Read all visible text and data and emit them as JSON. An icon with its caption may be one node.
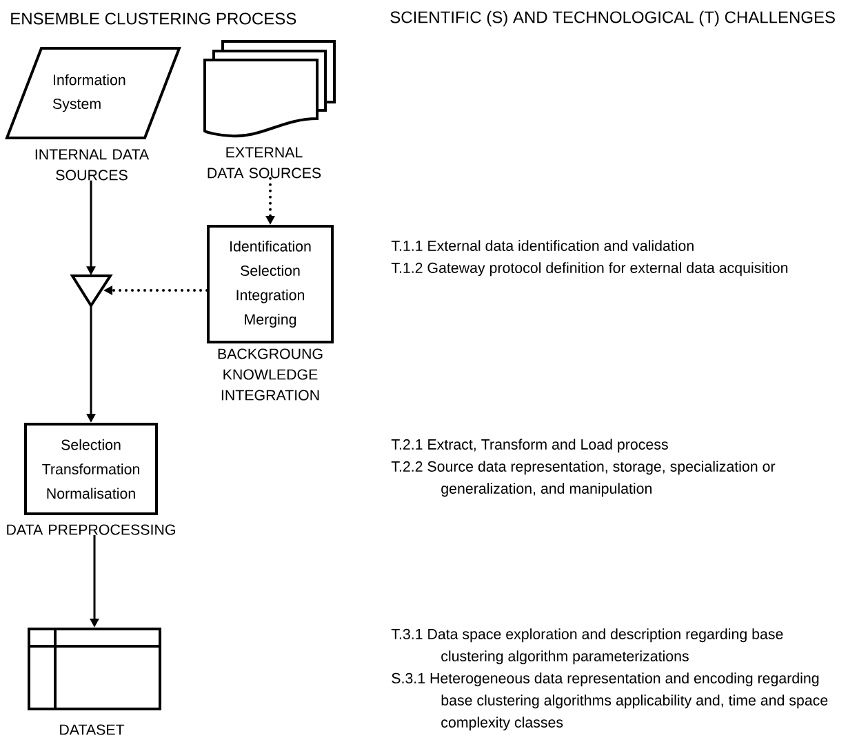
{
  "diagram": {
    "title": "ENSEMBLE CLUSTERING PROCESS",
    "nodes": [
      {
        "text": [
          "Information System"
        ],
        "beside": [
          "INTERNAL DATA SOURCES"
        ]
      },
      {
        "text": [],
        "shape": "document",
        "beside": [
          "EXTERNAL DATA SOURCES"
        ]
      },
      {
        "text": [
          "Identification",
          "Selection",
          "Integration",
          "Merging"
        ],
        "beside": [
          "BACKGROUNG KNOWLEDGE INTEGRATION"
        ]
      },
      {
        "text": [],
        "shape": "triangle"
      },
      {
        "text": [
          "Selection",
          "Transformation",
          "Normalisation"
        ],
        "beside": [
          "DATA PREPROCESSING"
        ]
      },
      {
        "text": [],
        "shape": "table",
        "beside": [
          "DATASET"
        ]
      }
    ],
    "edges": [
      {
        "from": 0,
        "to": 3,
        "arrow": "to"
      },
      {
        "from": 1,
        "to": 2,
        "arrow": "to",
        "style": "dashed"
      },
      {
        "from": 2,
        "to": 3,
        "arrow": "to",
        "style": "dashed"
      },
      {
        "from": 3,
        "to": 4,
        "arrow": "to"
      },
      {
        "from": 4,
        "to": 5,
        "arrow": "to"
      }
    ],
    "labels": [
      "SCIENTIFIC (S) AND TECHNOLOGICAL (T) CHALLENGES",
      "T.1.1 External data identification and validation",
      "T.1.2 Gateway protocol definition for external data acquisition",
      "T.2.1 Extract, Transform and Load process",
      "T.2.2 Source data representation, storage, specialization or generalization, and manipulation",
      "T.3.1 Data space exploration and description regarding base clustering algorithm parameterizations",
      "S.3.1 Heterogeneous data representation and encoding regarding base clustering algorithms applicability and, time and space complexity classes"
    ]
  }
}
